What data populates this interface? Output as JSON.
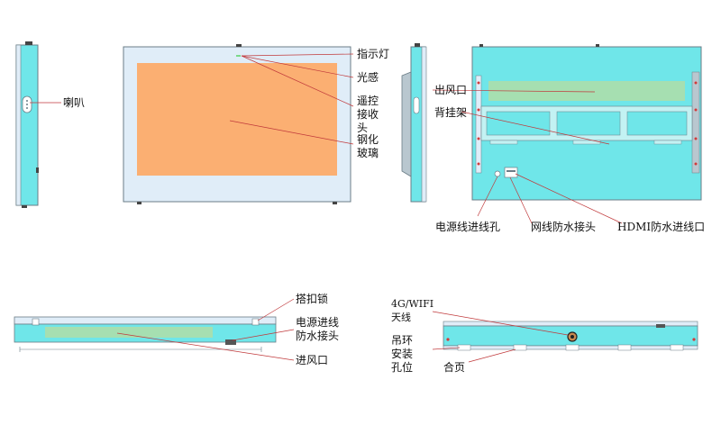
{
  "labels": {
    "speaker": "喇叭",
    "indicator_light": "指示灯",
    "light_sensor": "光感",
    "remote_receiver": "遥控接收头",
    "tempered_glass": "钢化玻璃",
    "air_outlet": "出风口",
    "back_bracket": "背挂架",
    "power_inlet_hole": "电源线进线孔",
    "network_connector": "网线防水接头",
    "hdmi_inlet": "HDMI防水进线口",
    "snap_lock": "搭扣锁",
    "power_connector": "电源进线防水接头",
    "air_inlet": "进风口",
    "antenna": "4G/WIFI天线",
    "hanging_ring_holes": "吊环安装孔位",
    "hinge": "合页"
  },
  "colors": {
    "body_cyan": "#6FE6E9",
    "frame_light": "#E0EDF8",
    "screen_orange": "#FBAF72",
    "vent_green": "#A6DFB1",
    "bracket_panel": "#C3F2F3",
    "side_grey": "#B9C7CF",
    "outline": "#6B7D87",
    "leader_red": "#C0393B",
    "screw_red": "#D23A3A"
  }
}
